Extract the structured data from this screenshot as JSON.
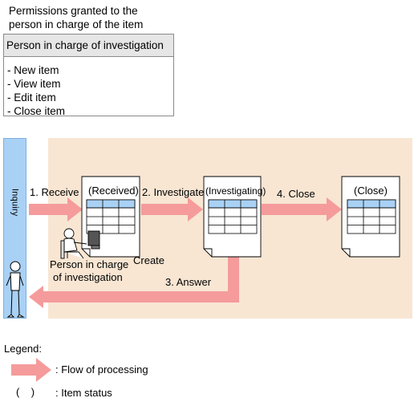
{
  "permissions": {
    "title": "Permissions granted to the person in charge of the item",
    "box_header": "Person in charge of investigation",
    "items": [
      "- New item",
      "- View item",
      "- Edit item",
      "- Close item"
    ]
  },
  "inquiry": {
    "label": "Inquiry"
  },
  "flow": {
    "step1": "1. Receive",
    "step2": "2. Investigate",
    "step3": "3. Answer",
    "step4": "4. Close",
    "create": "Create"
  },
  "documents": {
    "received": "(Received)",
    "investigating": "(Investigating)",
    "close": "(Close)"
  },
  "person": {
    "label_line1": "Person in charge",
    "label_line2": "of investigation"
  },
  "legend": {
    "title": "Legend:",
    "flow_label": ": Flow of processing",
    "status_symbol": "(    )",
    "status_label": ": Item status"
  },
  "colors": {
    "arrow": "#f59b9b",
    "inquiry_bar": "#a9d1f5",
    "process_area": "#f8e6d3",
    "table_header": "#a9d1f5"
  }
}
